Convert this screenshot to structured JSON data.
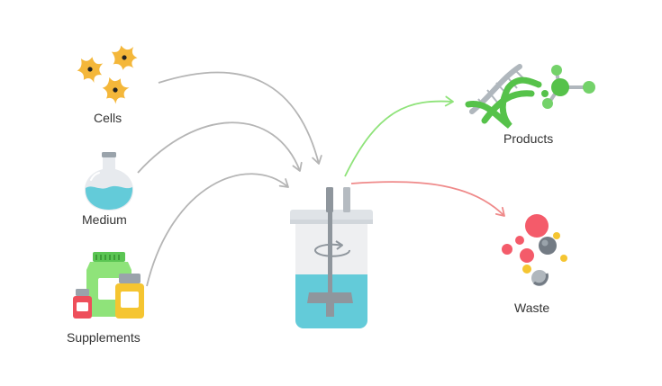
{
  "labels": {
    "cells": "Cells",
    "medium": "Medium",
    "supplements": "Supplements",
    "products": "Products",
    "waste": "Waste"
  },
  "colors": {
    "input_arrow": "#b5b5b5",
    "product_arrow": "#8fe37a",
    "waste_arrow": "#ef8a8a",
    "cell": "#f4b73a",
    "liquid": "#63cbd9",
    "dna_green": "#56c24a",
    "waste_red": "#f45b6a"
  },
  "icons": {
    "cells": "cell-cluster-icon",
    "medium": "flask-icon",
    "supplements": "bottles-icon",
    "bioreactor": "bioreactor-icon",
    "products": "dna-molecule-icon",
    "waste": "waste-particles-icon"
  }
}
